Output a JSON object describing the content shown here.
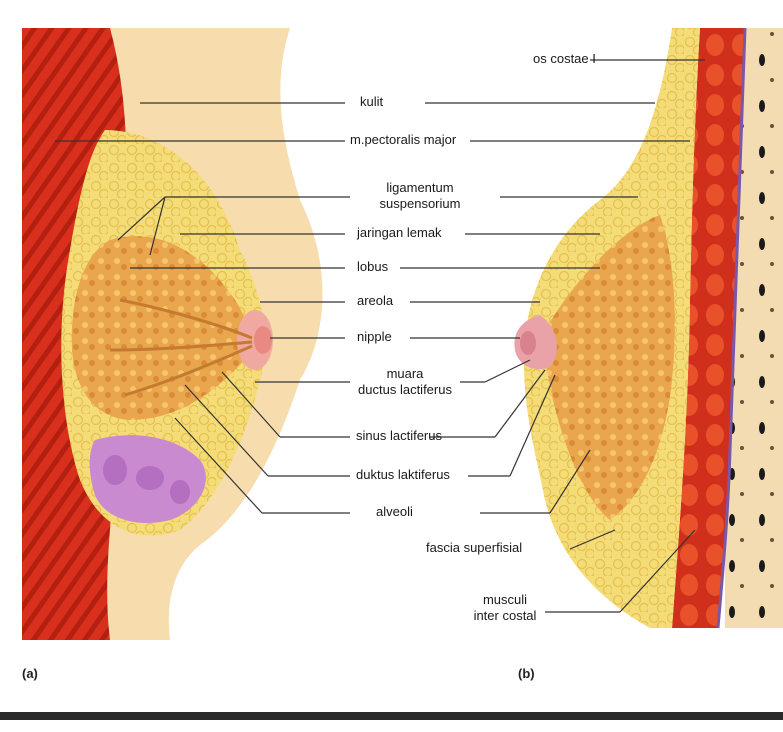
{
  "labels": {
    "os_costae": "os costae I",
    "kulit": "kulit",
    "pectoralis": "m.pectoralis major",
    "ligamentum_1": "ligamentum",
    "ligamentum_2": "suspensorium",
    "jaringan": "jaringan lemak",
    "lobus": "lobus",
    "areola": "areola",
    "nipple": "nipple",
    "muara_1": "muara",
    "muara_2": "ductus lactiferus",
    "sinus": "sinus lactiferus",
    "duktus": "duktus laktiferus",
    "alveoli": "alveoli",
    "fascia": "fascia superfisial",
    "musculi_1": "musculi",
    "musculi_2": "inter costal"
  },
  "panels": {
    "a": "(a)",
    "b": "(b)"
  },
  "colors": {
    "muscle": "#d8301c",
    "fat": "#f2d266",
    "gland": "#e7a24a",
    "skin": "#f7dcae",
    "lobule": "#c98ad0"
  }
}
